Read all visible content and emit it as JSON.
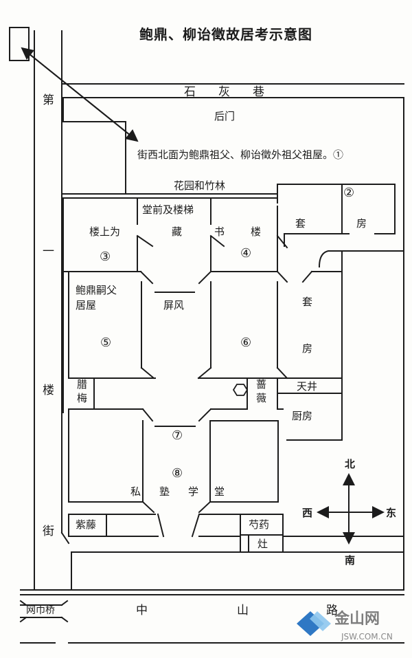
{
  "title": "鲍鼎、柳诒徵故居考示意图",
  "streets": {
    "north_lane": [
      "石",
      "灰",
      "巷"
    ],
    "west_street": [
      "第",
      "一",
      "楼",
      "街"
    ],
    "south_road": [
      "中",
      "山",
      "路"
    ],
    "bridge": "网巾桥"
  },
  "gates": {
    "back_gate": "后门"
  },
  "annotation": "街西北面为鲍鼎祖父、柳诒徵外祖父祖屋。①",
  "garden": "花园和竹林",
  "rooms": {
    "hall_stairs": "堂前及楼梯",
    "cang": "藏",
    "shu": "书",
    "lou": "楼",
    "loushang_1": "楼上为",
    "tao_1": "套",
    "fang_1": "房",
    "bao_1": "鲍鼎嗣父",
    "bao_2": "居屋",
    "pingfeng": "屏风",
    "tao_2": "套",
    "fang_2": "房",
    "lamei": "腊梅",
    "qiangwei": "蔷薇",
    "tianjing": "天井",
    "chufang": "厨房",
    "school": [
      "私",
      "塾",
      "学",
      "堂"
    ],
    "ziteng": "紫藤",
    "shaoyao": "芍药",
    "zao": "灶"
  },
  "markers": [
    "①",
    "②",
    "③",
    "④",
    "⑤",
    "⑥",
    "⑦",
    "⑧"
  ],
  "compass": {
    "north": "北",
    "south": "南",
    "east": "东",
    "west": "西"
  },
  "watermark": {
    "logo_text": "金山网",
    "url": "JSW.COM.CN"
  }
}
